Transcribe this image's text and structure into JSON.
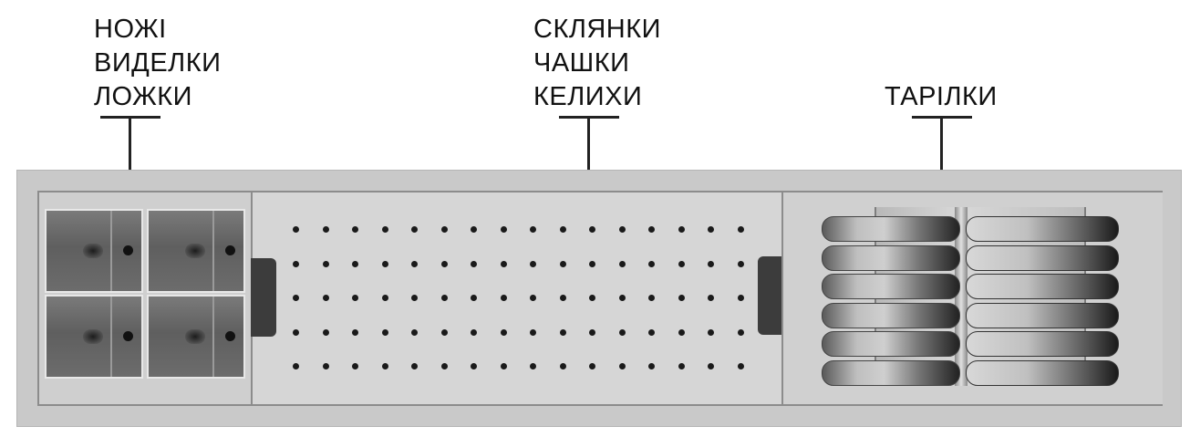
{
  "labels": {
    "cutlery": [
      "НОЖІ",
      "ВИДЕЛКИ",
      "ЛОЖКИ"
    ],
    "cups": [
      "СКЛЯНКИ",
      "ЧАШКИ",
      "КЕЛИХИ"
    ],
    "plates": [
      "ТАРІЛКИ"
    ]
  },
  "colors": {
    "tray": "#c9c9c9",
    "leader": "#222222",
    "cup_dark": "#5f5f5f"
  },
  "cups_section": {
    "rows": 5,
    "cols": 16
  },
  "plates_section": {
    "slots": 6
  }
}
